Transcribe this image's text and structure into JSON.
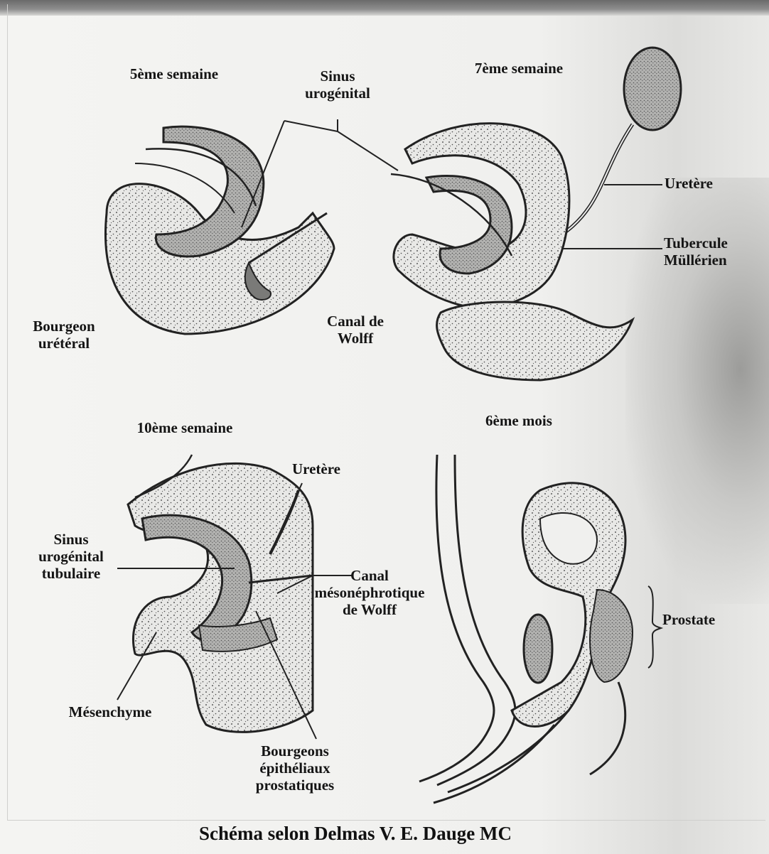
{
  "colors": {
    "ink": "#151515",
    "mesenchyme_fill": "#e4e4e2",
    "epithelium_fill": "#b5b5b3",
    "paper": "#f2f2f0"
  },
  "panels": {
    "p5": {
      "title": "5ème semaine",
      "sinus_label": "Sinus\nurogénital",
      "bourgeon_label": "Bourgeon\nurétéral"
    },
    "p7": {
      "title": "7ème semaine",
      "canal_label": "Canal de\nWolff",
      "uretere_label": "Uretère",
      "tubercule_label": "Tubercule\nMüllérien"
    },
    "p10": {
      "title": "10ème semaine",
      "uretere_label": "Uretère",
      "sinus_label": "Sinus\nurogénital\ntubulaire",
      "canal_label": "Canal\nmésonéphrotique\nde Wolff",
      "mesenchyme_label": "Mésenchyme",
      "bourgeons_label": "Bourgeons\népithéliaux\nprostatiques"
    },
    "p6m": {
      "title": "6ème mois",
      "prostate_label": "Prostate"
    }
  },
  "caption": "Schéma  selon Delmas V. E. Dauge MC"
}
